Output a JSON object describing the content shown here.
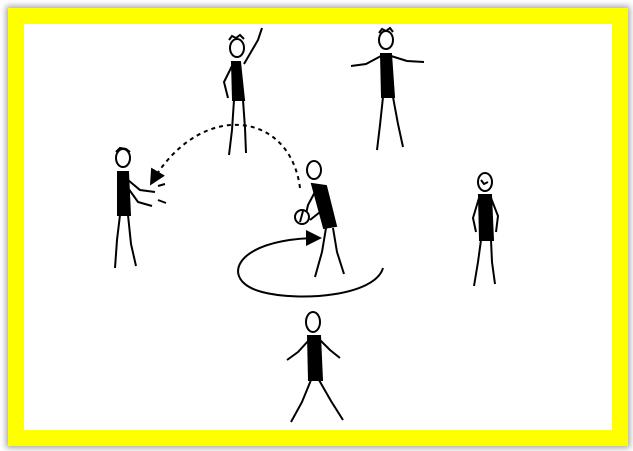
{
  "colors": {
    "frame": "#ffff00",
    "background": "#ffffff",
    "ink": "#000000"
  },
  "figures": [
    {
      "name": "player-top-left",
      "pose": "arm-raised"
    },
    {
      "name": "player-top-right",
      "pose": "arms-out"
    },
    {
      "name": "player-left",
      "pose": "catching"
    },
    {
      "name": "player-center",
      "pose": "holding-ball-turning"
    },
    {
      "name": "player-right",
      "pose": "standing"
    },
    {
      "name": "player-bottom",
      "pose": "standing-wide"
    }
  ],
  "arrows": [
    {
      "name": "pass-arrow",
      "style": "dashed"
    },
    {
      "name": "turn-arrow",
      "style": "solid"
    }
  ]
}
